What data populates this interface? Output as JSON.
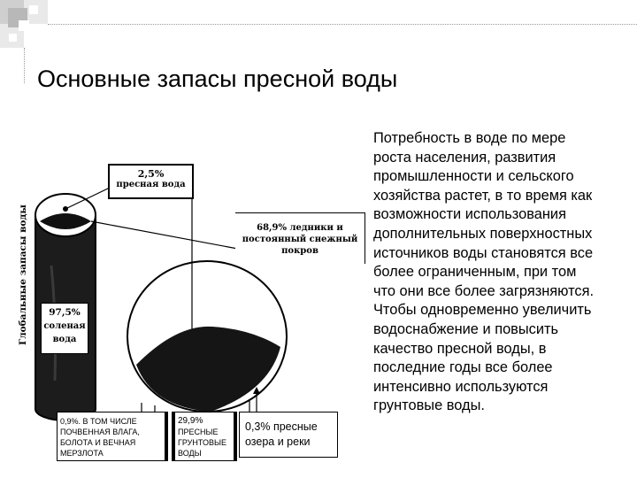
{
  "slide": {
    "title": "Основные запасы пресной воды"
  },
  "side_text": {
    "lines": [
      "Потребность в воде по мере",
      "роста населения, развития",
      "промышленности и сельского",
      "хозяйства растет, в то время как",
      "возможности использования",
      "дополнительных поверхностных",
      "источников воды становятся все",
      "более ограниченным, при том",
      "что они все более загрязняются.",
      "Чтобы одновременно увеличить",
      "водоснабжение и повысить",
      "качество пресной воды, в",
      "последние годы все более",
      "интенсивно используются",
      "грунтовые воды."
    ]
  },
  "diagram": {
    "vertical_label": "Глобальные запасы воды",
    "fresh_box": {
      "value": "2,5%",
      "label": "пресная вода"
    },
    "ice_box": {
      "lines": [
        "68,9% ледники и",
        "постоянный снежный",
        "покров"
      ]
    },
    "salt_box": {
      "value": "97,5%",
      "lines": [
        "соленая",
        "вода"
      ]
    },
    "bottom_boxes": [
      {
        "lines": [
          "0,9%. В ТОМ ЧИСЛЕ",
          "ПОЧВЕННАЯ ВЛАГА,",
          "БОЛОТА И ВЕЧНАЯ",
          "МЕРЗЛОТА"
        ]
      },
      {
        "lines": [
          "29,9%",
          "ПРЕСНЫЕ",
          "ГРУНТОВЫЕ",
          "ВОДЫ"
        ]
      },
      {
        "lines": [
          "0,3% пресные",
          "озера и реки"
        ]
      }
    ]
  }
}
